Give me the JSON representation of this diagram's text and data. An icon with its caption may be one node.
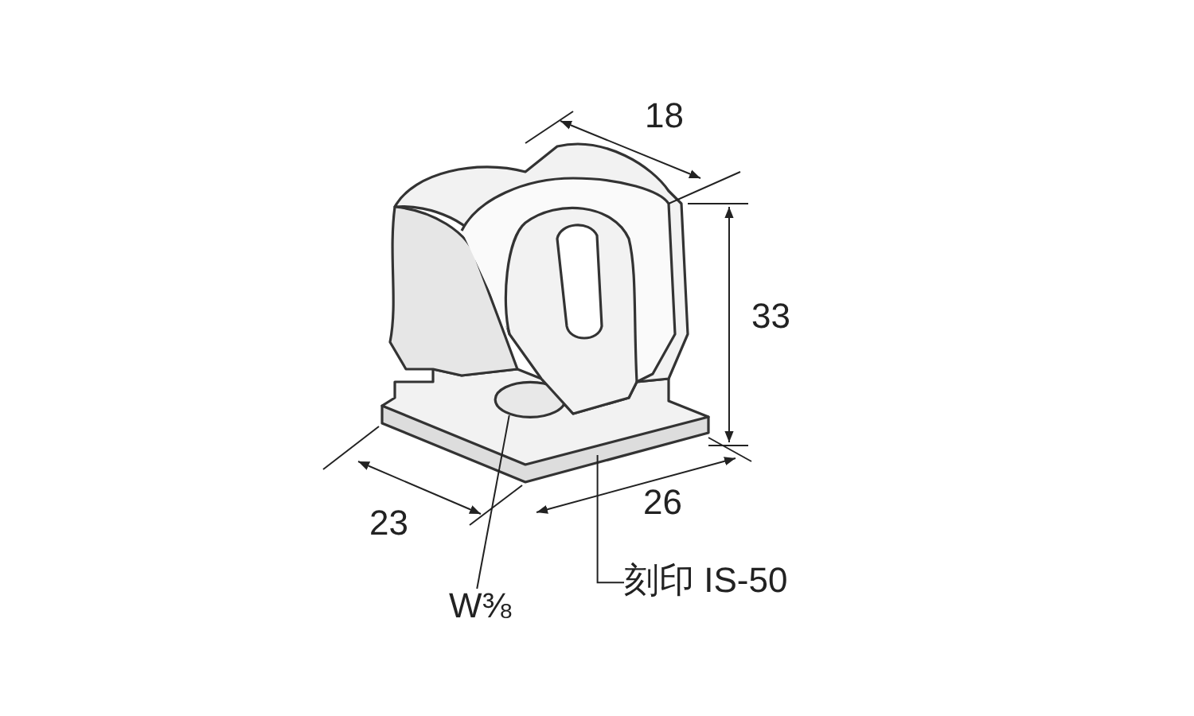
{
  "diagram": {
    "nodes": [
      {
        "text": [
          "W⅜"
        ]
      },
      {
        "text": [],
        "shape": "circle",
        "in": 3
      },
      {
        "text": [
          "刻印 IS-50"
        ]
      },
      {
        "text": [],
        "shape": "picture"
      }
    ],
    "edges": [
      {
        "from": 0,
        "to": 1,
        "arrow": "none"
      },
      {
        "from": 2,
        "to": 3,
        "arrow": "none"
      }
    ],
    "labels": [
      "18",
      "33",
      "23",
      "26"
    ]
  }
}
